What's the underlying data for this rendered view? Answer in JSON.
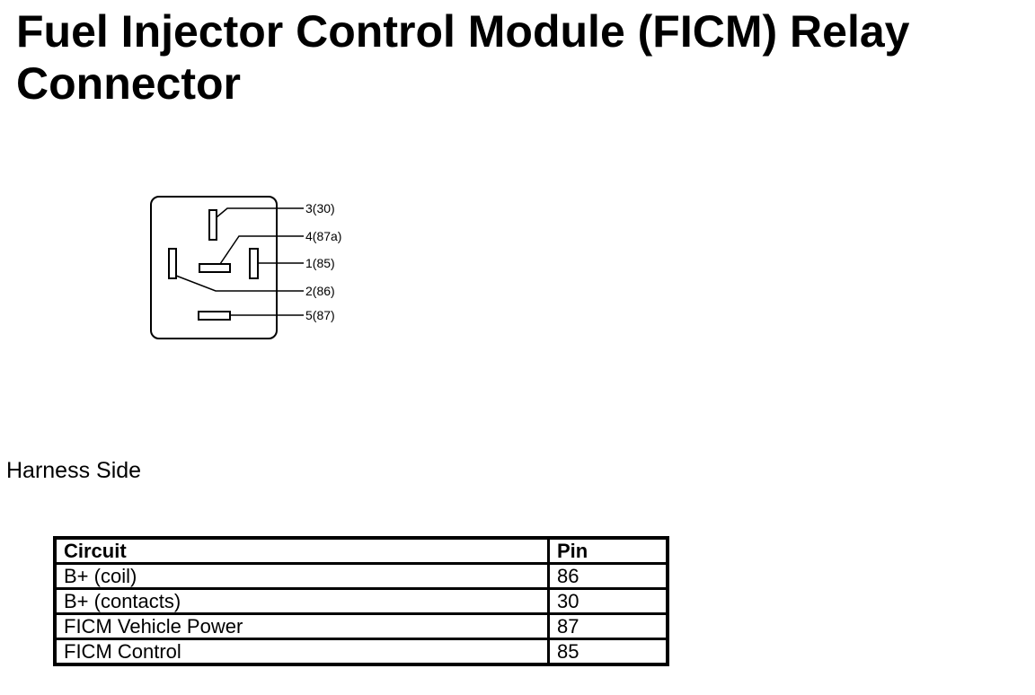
{
  "title": "Fuel Injector Control Module (FICM) Relay Connector",
  "connector": {
    "pin_labels": [
      "3(30)",
      "4(87a)",
      "1(85)",
      "2(86)",
      "5(87)"
    ]
  },
  "caption": "Harness Side",
  "table": {
    "headers": [
      "Circuit",
      "Pin"
    ],
    "rows": [
      [
        "B+ (coil)",
        "86"
      ],
      [
        "B+ (contacts)",
        "30"
      ],
      [
        "FICM Vehicle Power",
        "87"
      ],
      [
        "FICM Control",
        "85"
      ]
    ]
  }
}
